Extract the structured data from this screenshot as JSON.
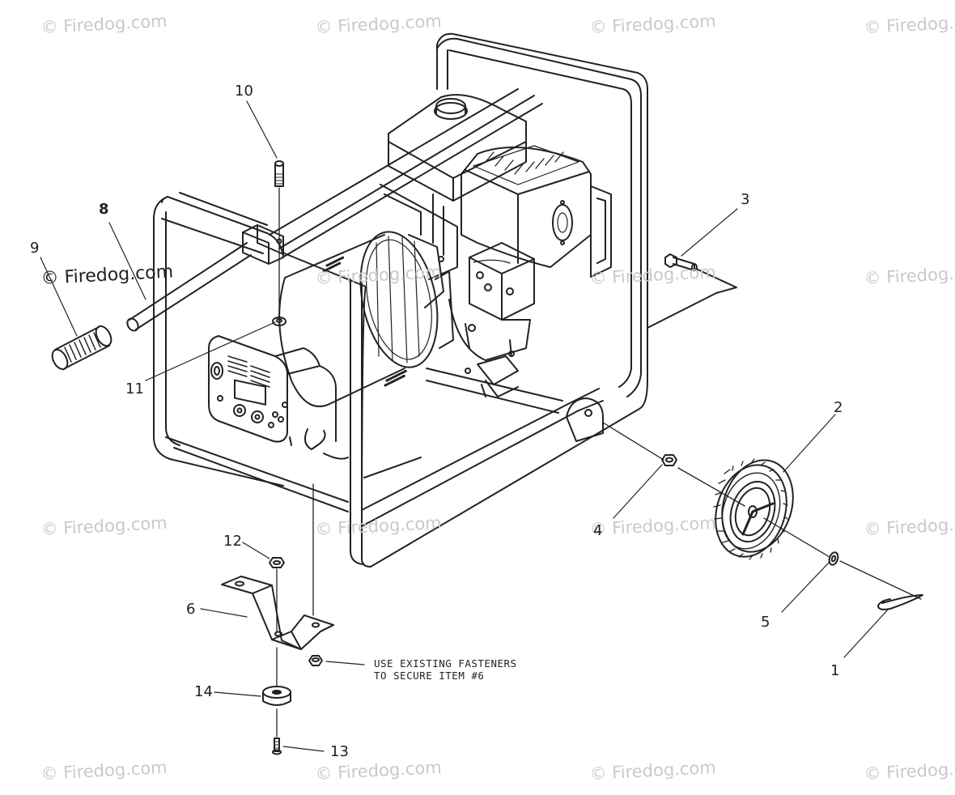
{
  "watermark": {
    "text": "© Firedog.com"
  },
  "callouts": {
    "c1": "1",
    "c2": "2",
    "c3": "3",
    "c4": "4",
    "c5": "5",
    "c6": "6",
    "c8": "8",
    "c9": "9",
    "c10": "10",
    "c11": "11",
    "c12": "12",
    "c13": "13",
    "c14": "14"
  },
  "note": {
    "line1": "USE EXISTING FASTENERS",
    "line2": "TO SECURE ITEM #6"
  }
}
